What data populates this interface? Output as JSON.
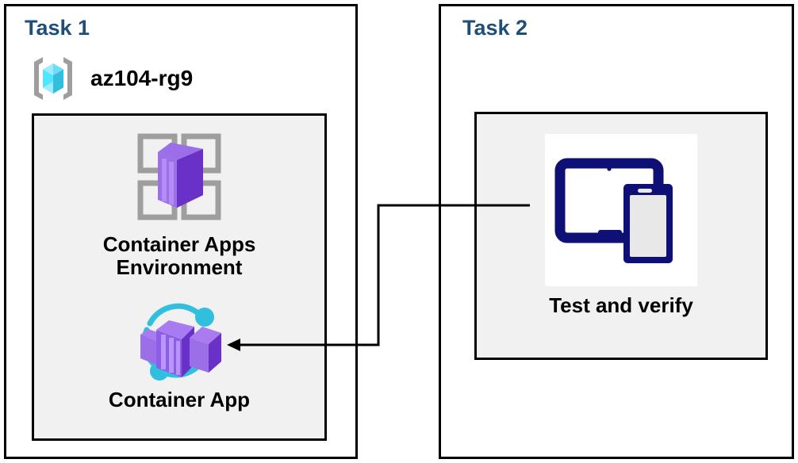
{
  "diagram": {
    "title": "Azure Container Apps task diagram",
    "background": "#ffffff",
    "colors": {
      "task_title": "#1F4E79",
      "panel_border": "#000000",
      "inner_box_fill": "#F1F1F1",
      "label_text": "#000000",
      "container_purple_light": "#9B6FE8",
      "container_purple_mid": "#8661D6",
      "container_purple_dark": "#6A31C8",
      "container_purple_deep": "#5B2AA8",
      "accent_cyan": "#32BEDD",
      "bracket_gray": "#9E9E9E",
      "rg_cube_light": "#9CEBFF",
      "rg_cube_mid": "#50E6FF",
      "rg_cube_dark": "#32BEDD",
      "device_navy": "#0E1076",
      "device_screen_gray": "#E8E8E8",
      "connector_line": "#000000"
    }
  },
  "task1": {
    "title": "Task 1",
    "resource_group": {
      "icon": "resource-group-icon",
      "label": "az104-rg9"
    },
    "nodes": [
      {
        "id": "container-apps-environment",
        "icon": "container-apps-environment-icon",
        "label": "Container Apps\nEnvironment"
      },
      {
        "id": "container-app",
        "icon": "container-app-icon",
        "label": "Container App"
      }
    ]
  },
  "task2": {
    "title": "Task 2",
    "nodes": [
      {
        "id": "test-and-verify",
        "icon": "test-devices-icon",
        "label": "Test and verify"
      }
    ]
  },
  "connector": {
    "id": "test-to-container-app-connector",
    "from": "test-and-verify",
    "to": "container-app",
    "arrow_direction": "left",
    "style": "orthogonal"
  }
}
